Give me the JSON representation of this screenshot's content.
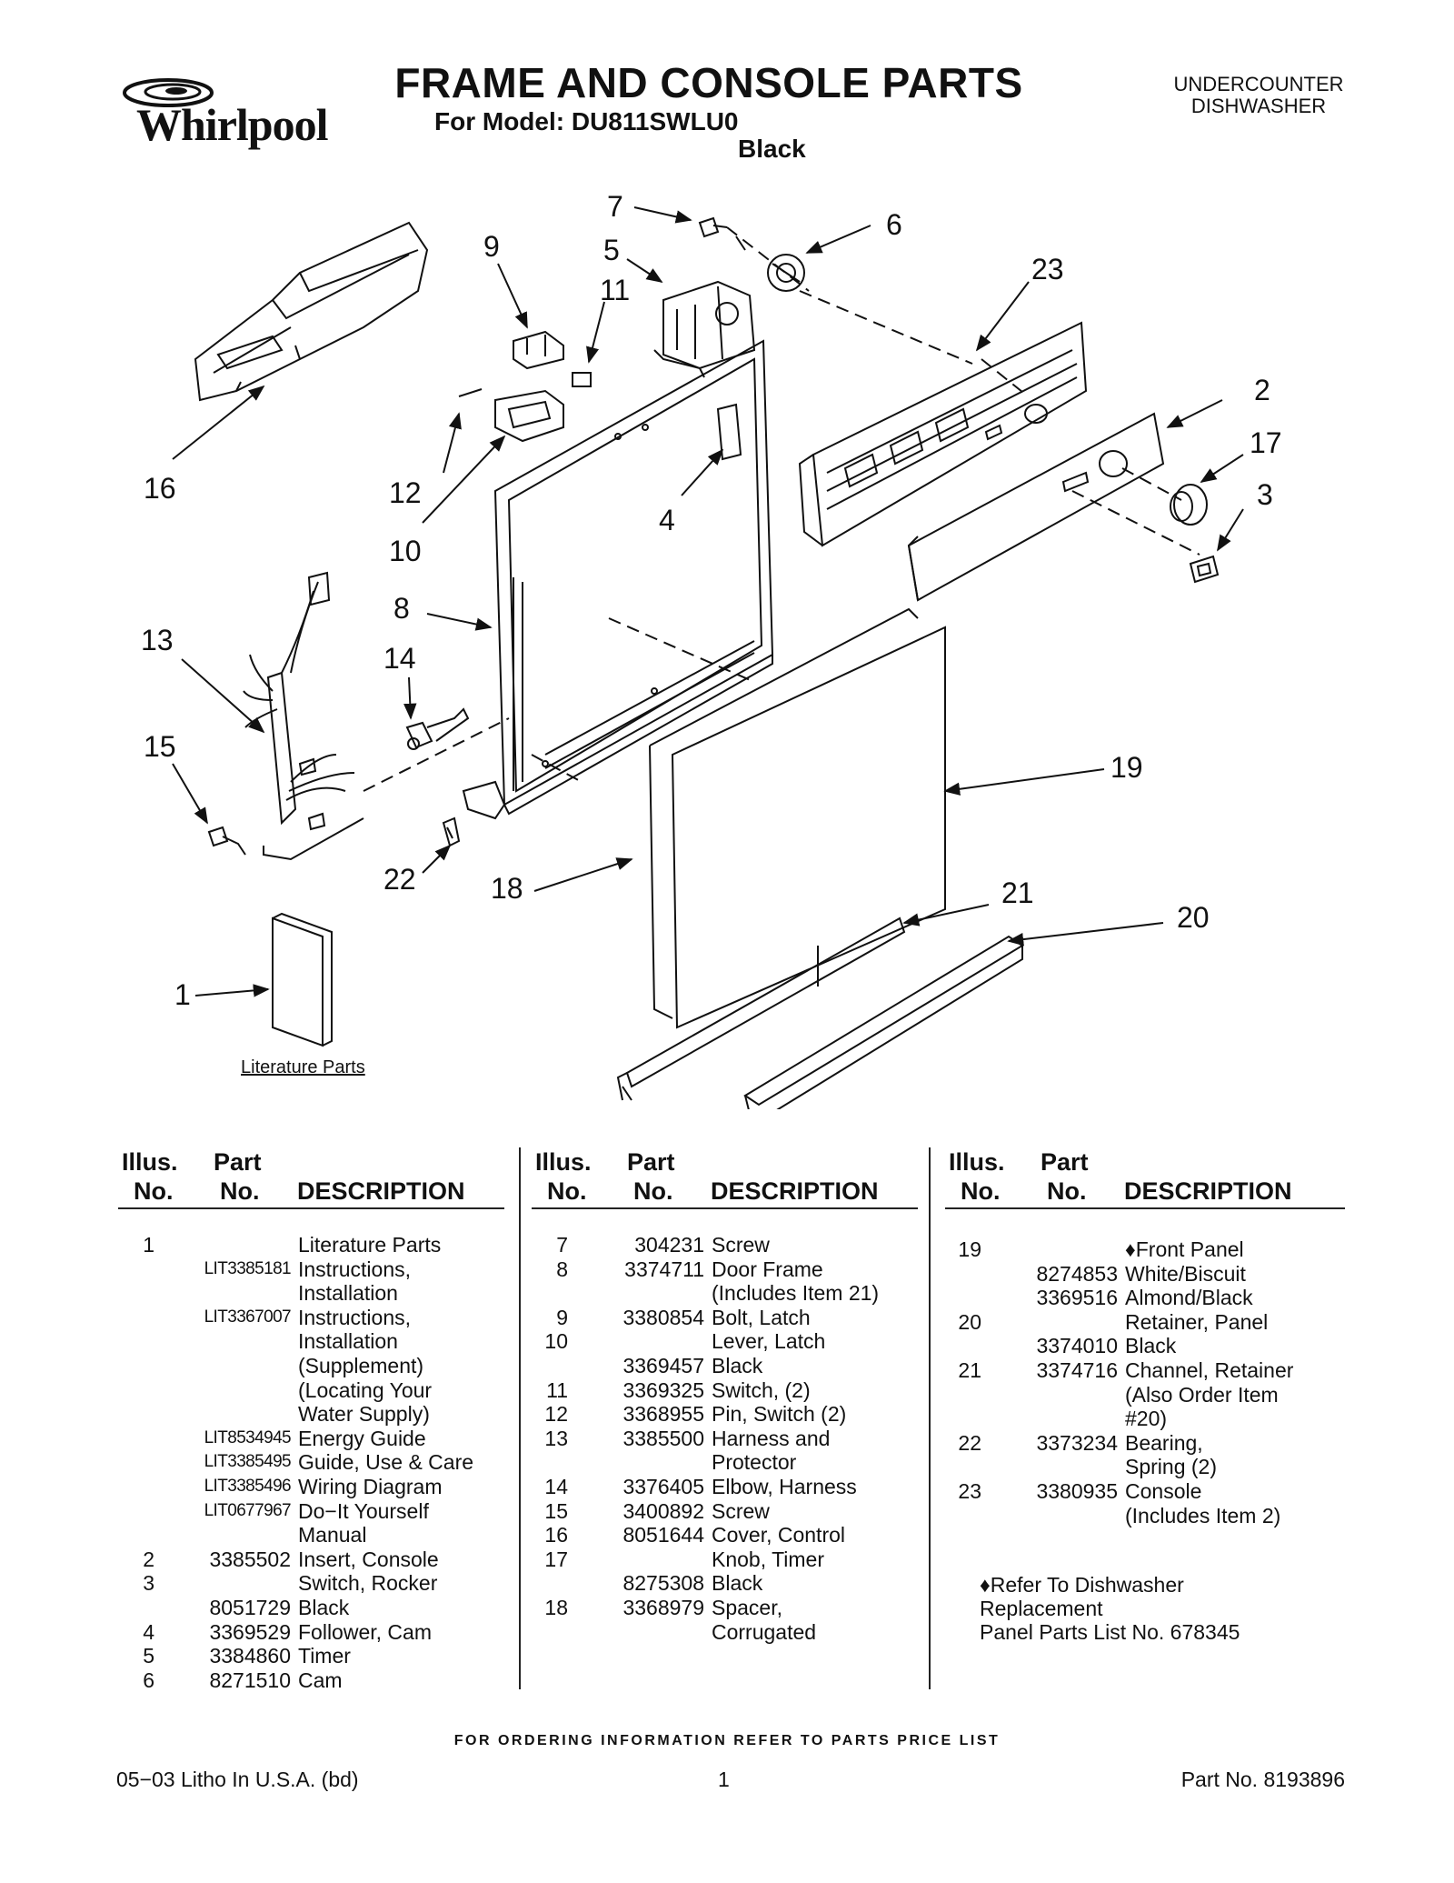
{
  "header": {
    "brand": "Whirlpool",
    "title": "FRAME AND CONSOLE PARTS",
    "model_line": "For Model: DU811SWLU0",
    "color": "Black",
    "category_line1": "UNDERCOUNTER",
    "category_line2": "DISHWASHER"
  },
  "diagram": {
    "callouts": [
      "7",
      "6",
      "9",
      "5",
      "11",
      "23",
      "16",
      "2",
      "17",
      "12",
      "3",
      "4",
      "10",
      "13",
      "8",
      "14",
      "15",
      "19",
      "22",
      "18",
      "21",
      "20",
      "1"
    ],
    "literature_caption": "Literature Parts"
  },
  "table": {
    "headers": {
      "illus_top": "Illus.",
      "illus_bottom": "No.",
      "part_top": "Part",
      "part_bottom": "No.",
      "description": "DESCRIPTION"
    },
    "columns": [
      [
        {
          "illus": "1",
          "part": "",
          "desc": "Literature Parts"
        },
        {
          "illus": "",
          "part": "LIT3385181",
          "desc": "Instructions,"
        },
        {
          "illus": "",
          "part": "",
          "desc": "Installation"
        },
        {
          "illus": "",
          "part": "LIT3367007",
          "desc": "Instructions,"
        },
        {
          "illus": "",
          "part": "",
          "desc": "Installation"
        },
        {
          "illus": "",
          "part": "",
          "desc": "(Supplement)"
        },
        {
          "illus": "",
          "part": "",
          "desc": "(Locating Your"
        },
        {
          "illus": "",
          "part": "",
          "desc": "Water Supply)"
        },
        {
          "illus": "",
          "part": "LIT8534945",
          "desc": "Energy Guide"
        },
        {
          "illus": "",
          "part": "LIT3385495",
          "desc": "Guide, Use & Care"
        },
        {
          "illus": "",
          "part": "LIT3385496",
          "desc": "Wiring Diagram"
        },
        {
          "illus": "",
          "part": "LIT0677967",
          "desc": "Do−It Yourself"
        },
        {
          "illus": "",
          "part": "",
          "desc": "Manual"
        },
        {
          "illus": "2",
          "part": "3385502",
          "desc": "Insert, Console"
        },
        {
          "illus": "3",
          "part": "",
          "desc": "Switch, Rocker"
        },
        {
          "illus": "",
          "part": "8051729",
          "desc": "Black"
        },
        {
          "illus": "4",
          "part": "3369529",
          "desc": "Follower, Cam"
        },
        {
          "illus": "5",
          "part": "3384860",
          "desc": "Timer"
        },
        {
          "illus": "6",
          "part": "8271510",
          "desc": "Cam"
        }
      ],
      [
        {
          "illus": "7",
          "part": "304231",
          "desc": "Screw"
        },
        {
          "illus": "8",
          "part": "3374711",
          "desc": "Door Frame"
        },
        {
          "illus": "",
          "part": "",
          "desc": "(Includes Item 21)"
        },
        {
          "illus": "9",
          "part": "3380854",
          "desc": "Bolt, Latch"
        },
        {
          "illus": "10",
          "part": "",
          "desc": "Lever, Latch"
        },
        {
          "illus": "",
          "part": "3369457",
          "desc": "Black"
        },
        {
          "illus": "11",
          "part": "3369325",
          "desc": "Switch, (2)"
        },
        {
          "illus": "12",
          "part": "3368955",
          "desc": "Pin, Switch (2)"
        },
        {
          "illus": "13",
          "part": "3385500",
          "desc": "Harness and"
        },
        {
          "illus": "",
          "part": "",
          "desc": "Protector"
        },
        {
          "illus": "14",
          "part": "3376405",
          "desc": "Elbow, Harness"
        },
        {
          "illus": "15",
          "part": "3400892",
          "desc": "Screw"
        },
        {
          "illus": "16",
          "part": "8051644",
          "desc": "Cover, Control"
        },
        {
          "illus": "17",
          "part": "",
          "desc": "Knob, Timer"
        },
        {
          "illus": "",
          "part": "8275308",
          "desc": "Black"
        },
        {
          "illus": "18",
          "part": "3368979",
          "desc": "Spacer,"
        },
        {
          "illus": "",
          "part": "",
          "desc": "Corrugated"
        }
      ],
      [
        {
          "illus": "19",
          "part": "",
          "desc": "♦Front Panel"
        },
        {
          "illus": "",
          "part": "8274853",
          "desc": "White/Biscuit"
        },
        {
          "illus": "",
          "part": "3369516",
          "desc": "Almond/Black"
        },
        {
          "illus": "20",
          "part": "",
          "desc": "Retainer, Panel"
        },
        {
          "illus": "",
          "part": "3374010",
          "desc": "Black"
        },
        {
          "illus": "21",
          "part": "3374716",
          "desc": "Channel, Retainer"
        },
        {
          "illus": "",
          "part": "",
          "desc": "(Also Order Item"
        },
        {
          "illus": "",
          "part": "",
          "desc": "#20)"
        },
        {
          "illus": "22",
          "part": "3373234",
          "desc": "Bearing,"
        },
        {
          "illus": "",
          "part": "",
          "desc": "Spring (2)"
        },
        {
          "illus": "23",
          "part": "3380935",
          "desc": "Console"
        },
        {
          "illus": "",
          "part": "",
          "desc": "(Includes Item 2)"
        }
      ]
    ],
    "note_line1": "♦Refer To Dishwasher",
    "note_line2": "Replacement",
    "note_line3": "Panel Parts List No. 678345"
  },
  "footer": {
    "ordering": "FOR ORDERING INFORMATION REFER TO PARTS PRICE LIST",
    "litho": "05−03 Litho In U.S.A. (bd)",
    "page": "1",
    "part_no": "Part No. 8193896"
  }
}
